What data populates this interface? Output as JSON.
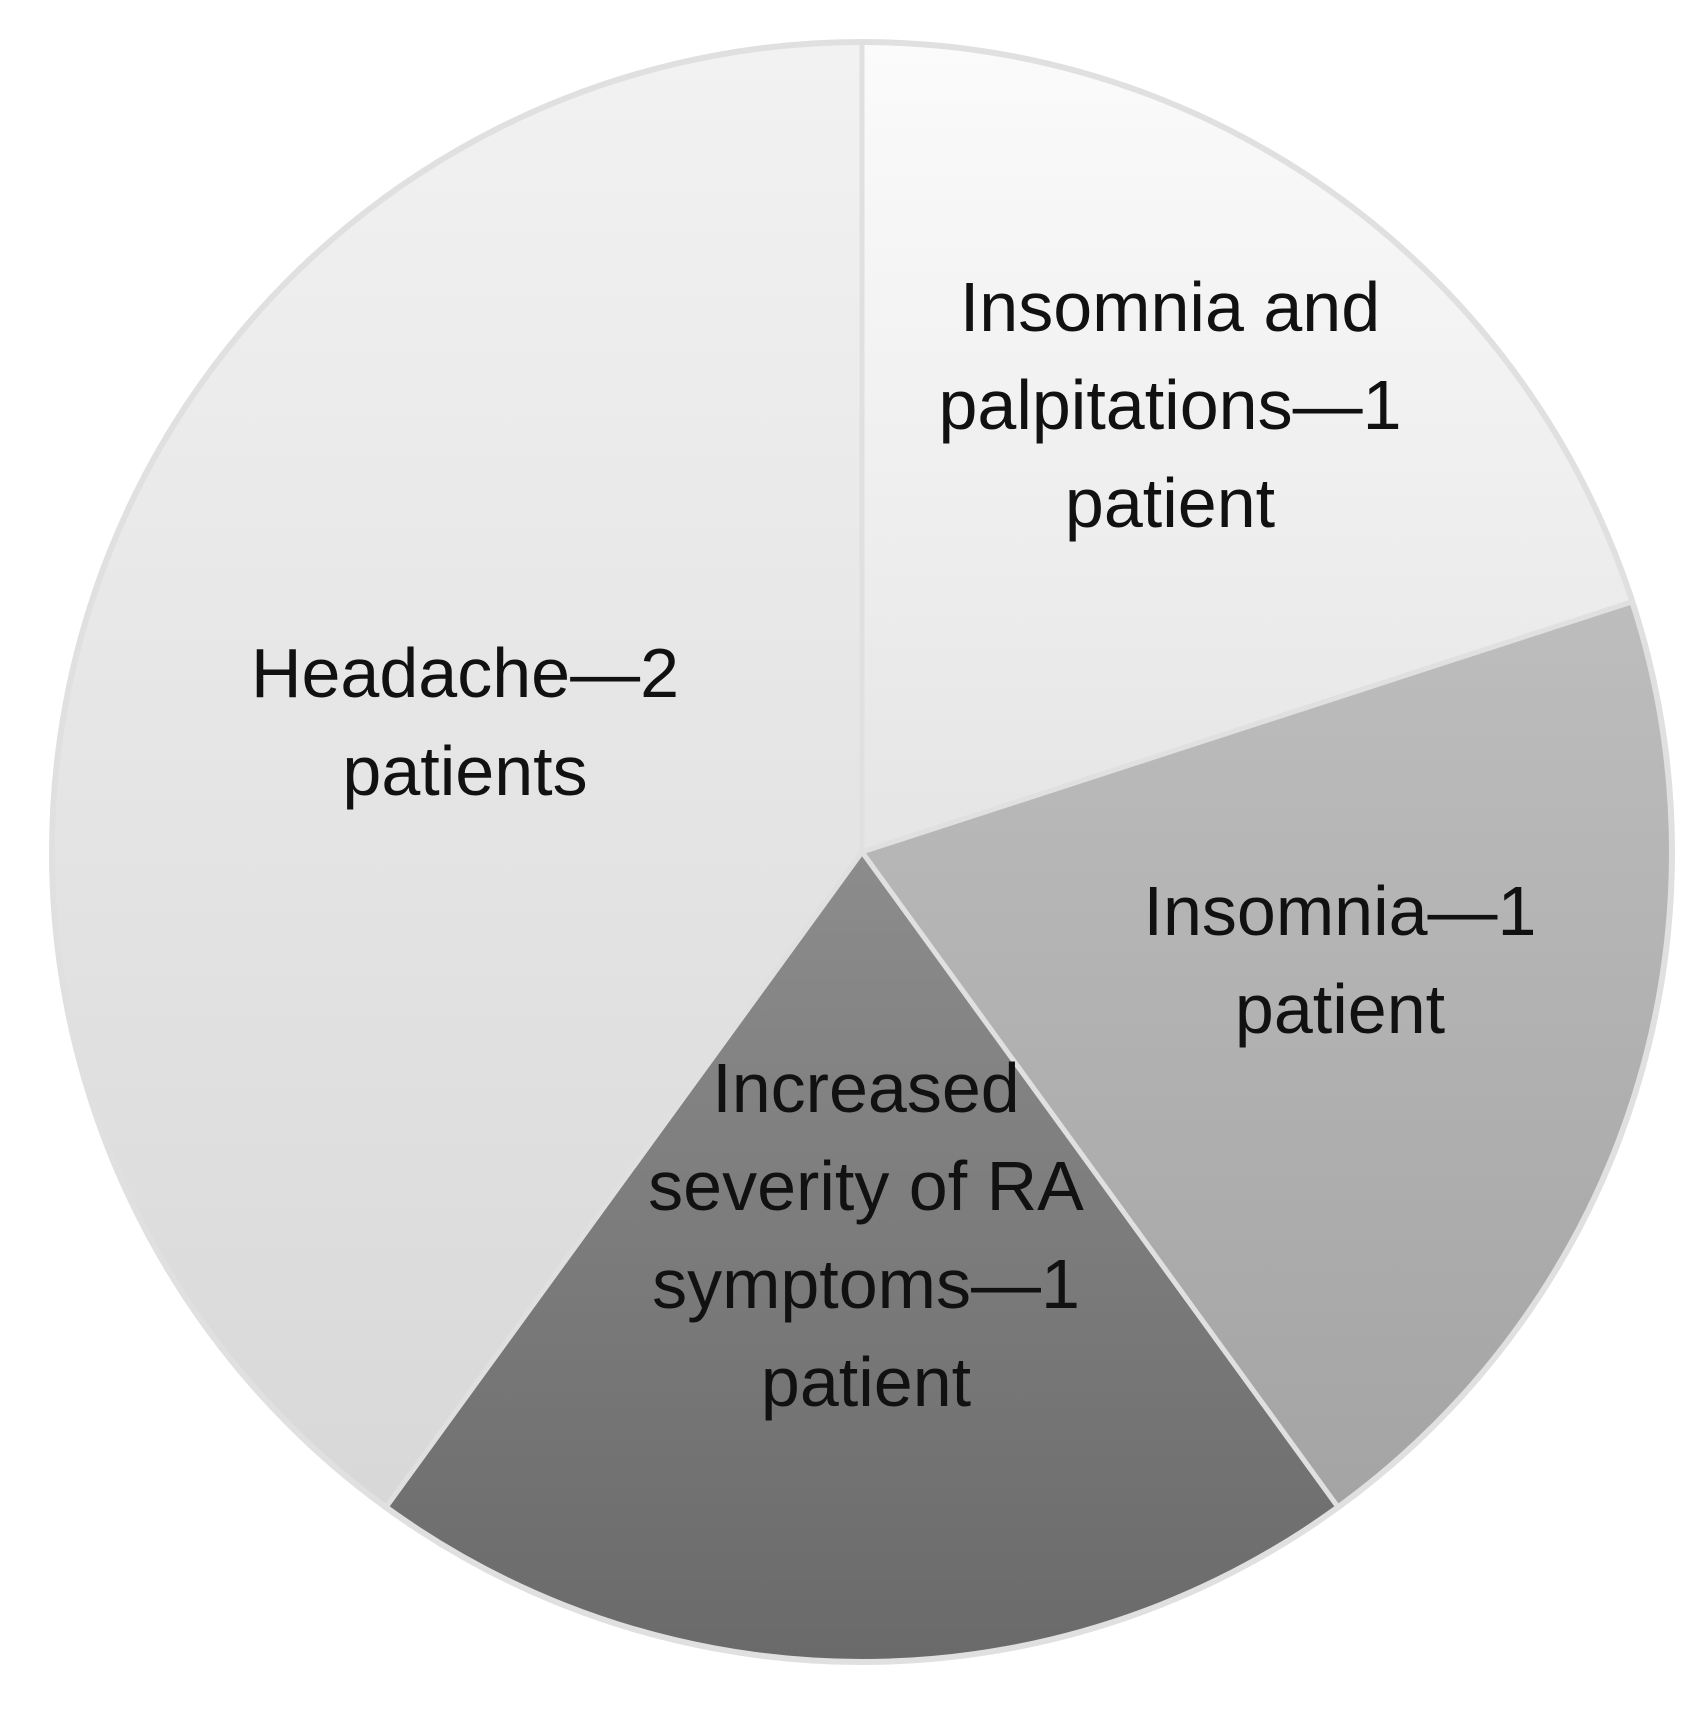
{
  "chart_data": {
    "type": "pie",
    "slices": [
      {
        "label_lines": [
          "Insomnia and",
          "palpitations—1",
          "patient"
        ],
        "value": 1,
        "color_top": "#fbfbfb",
        "color_bottom": "#e5e5e5"
      },
      {
        "label_lines": [
          "Insomnia—1",
          "patient"
        ],
        "value": 1,
        "color_top": "#bdbdbd",
        "color_bottom": "#a4a4a4"
      },
      {
        "label_lines": [
          "Increased",
          "severity of RA",
          "symptoms—1",
          "patient"
        ],
        "value": 1,
        "color_top": "#8c8c8c",
        "color_bottom": "#6a6a6a"
      },
      {
        "label_lines": [
          "Headache—2",
          "patients"
        ],
        "value": 2,
        "color_top": "#f2f2f2",
        "color_bottom": "#d8d8d8"
      }
    ],
    "start_at": "top",
    "direction": "clockwise",
    "border_color": "#e0e0e0",
    "legend": "none"
  }
}
